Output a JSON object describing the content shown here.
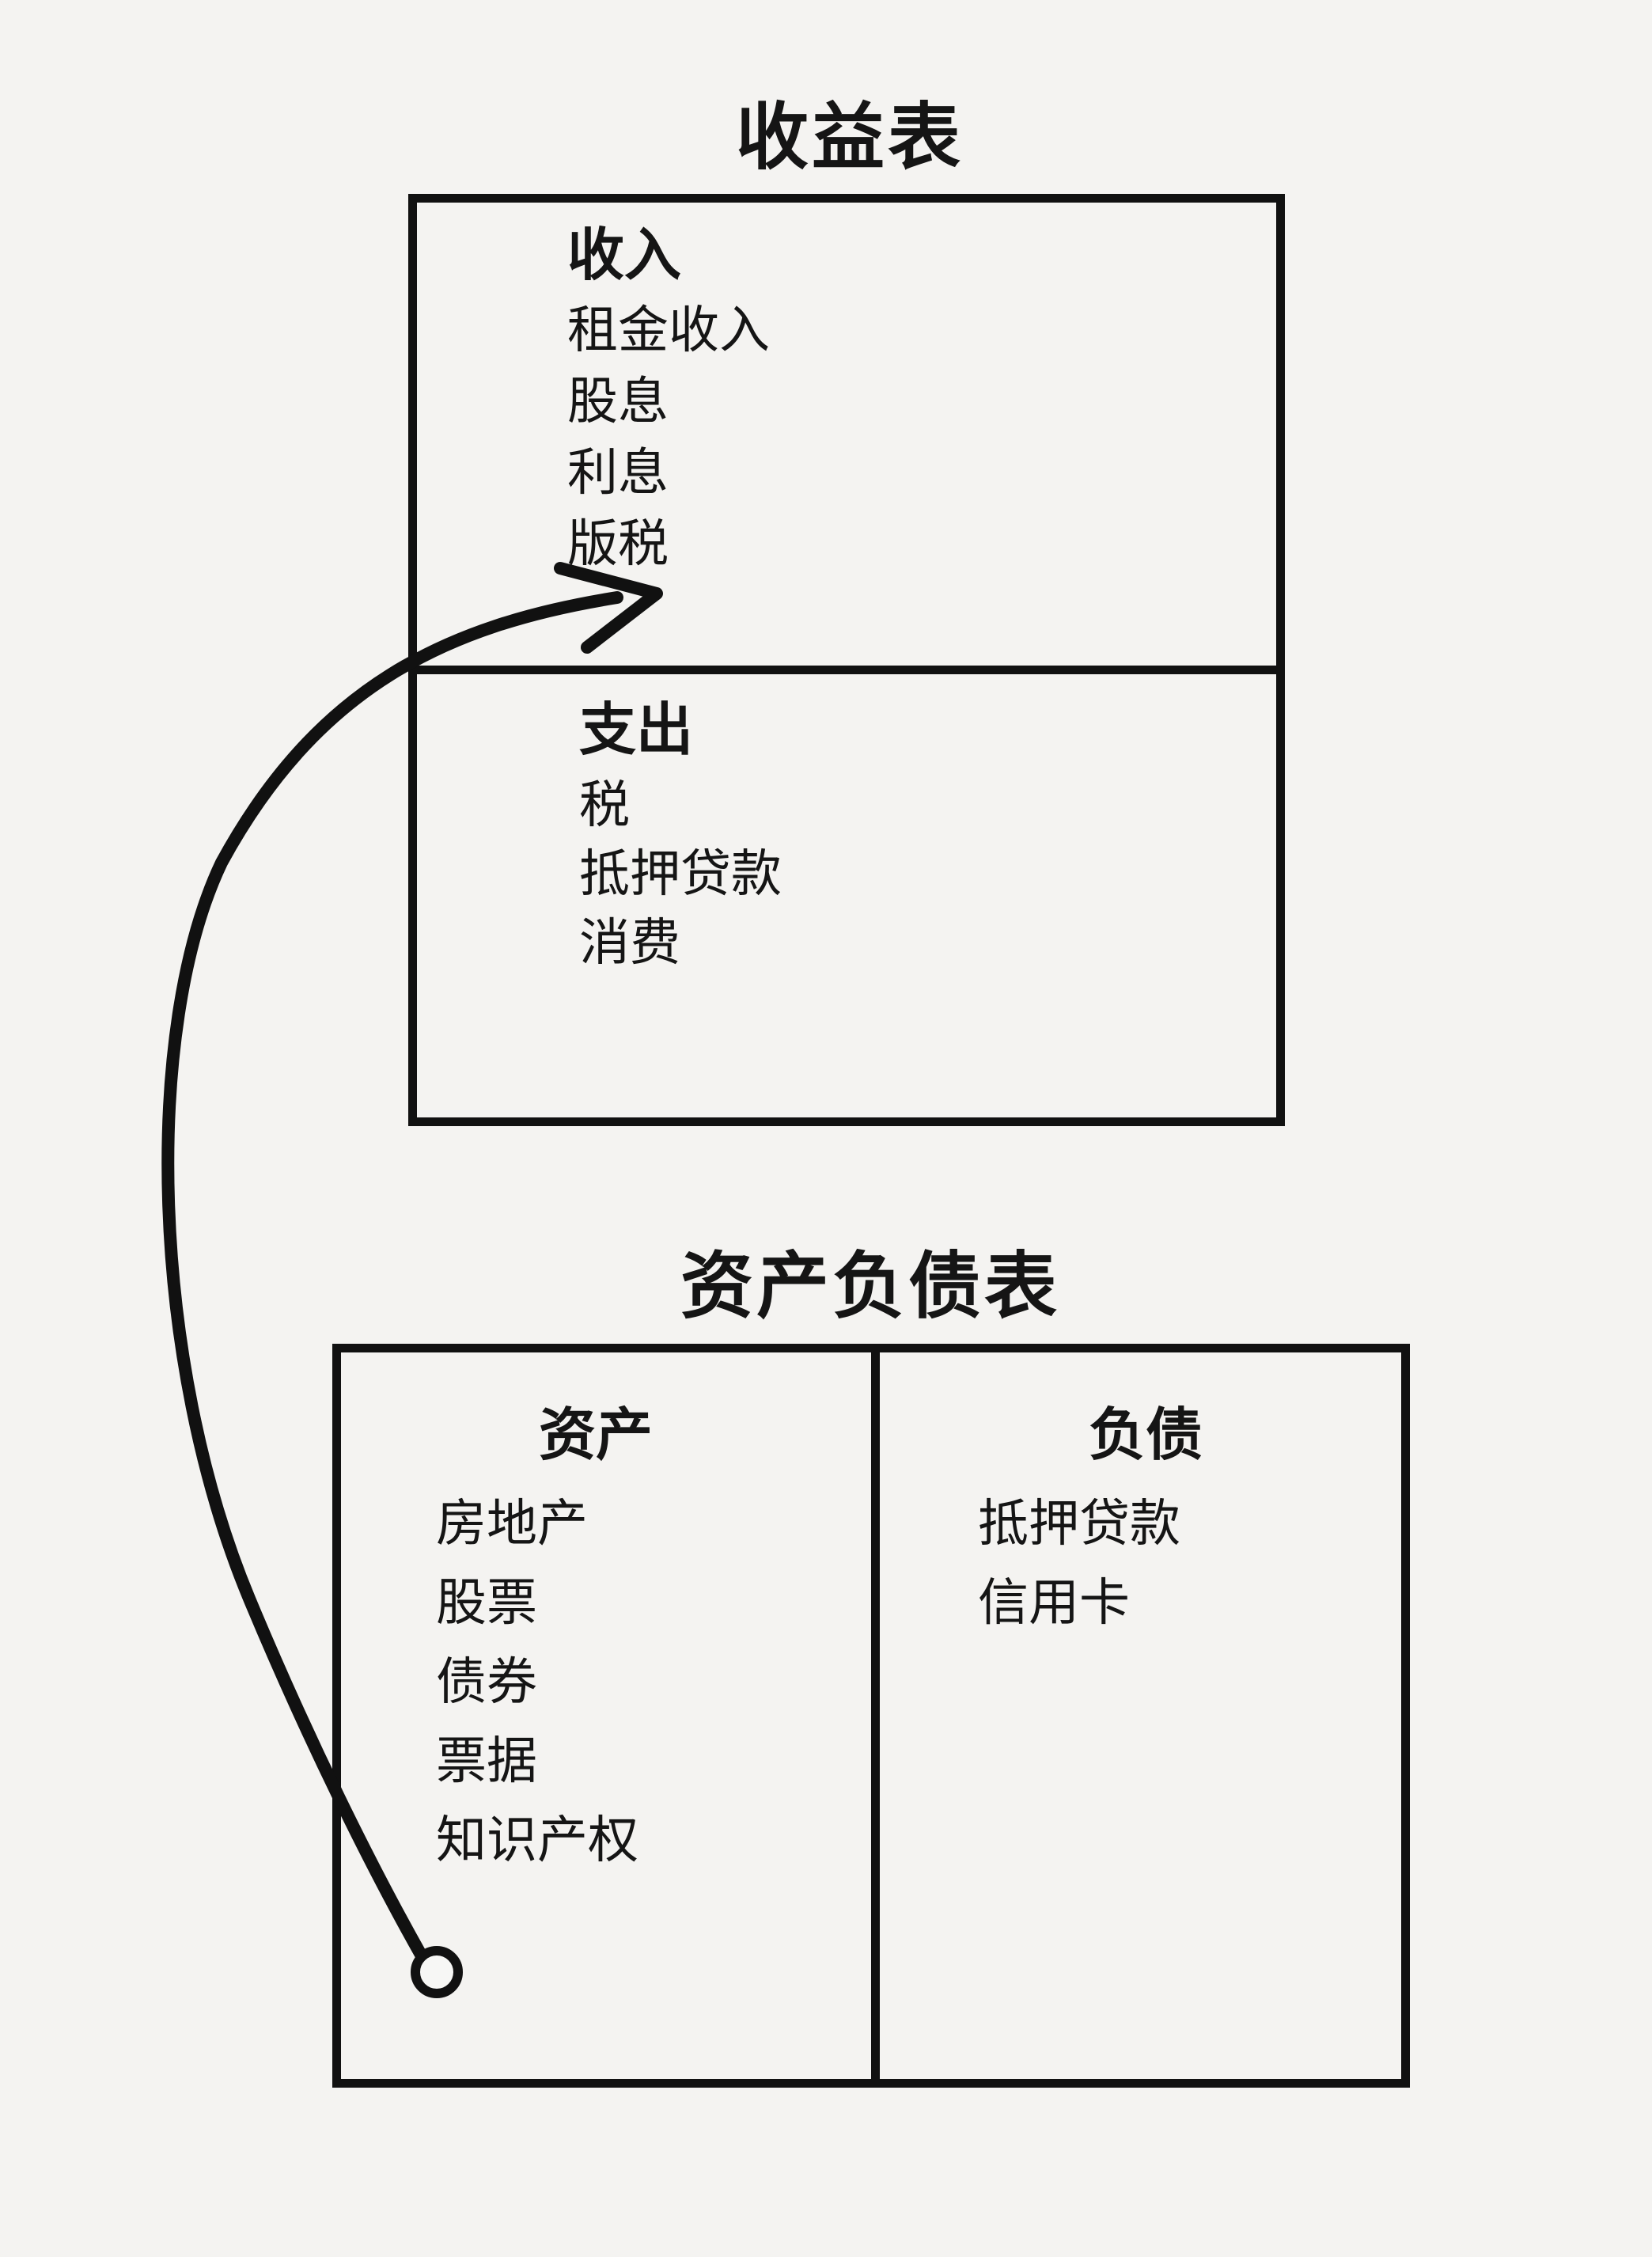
{
  "income_statement": {
    "title": "收益表",
    "income": {
      "heading": "收入",
      "items": [
        "租金收入",
        "股息",
        "利息",
        "版税"
      ]
    },
    "expenses": {
      "heading": "支出",
      "items": [
        "税",
        "抵押贷款",
        "消费"
      ]
    }
  },
  "balance_sheet": {
    "title": "资产负债表",
    "assets": {
      "heading": "资产",
      "items": [
        "房地产",
        "股票",
        "债券",
        "票据",
        "知识产权"
      ]
    },
    "liabilities": {
      "heading": "负债",
      "items": [
        "抵押贷款",
        "信用卡"
      ]
    }
  },
  "flow": {
    "from": "资产",
    "to": "收入",
    "color": "#111111"
  }
}
